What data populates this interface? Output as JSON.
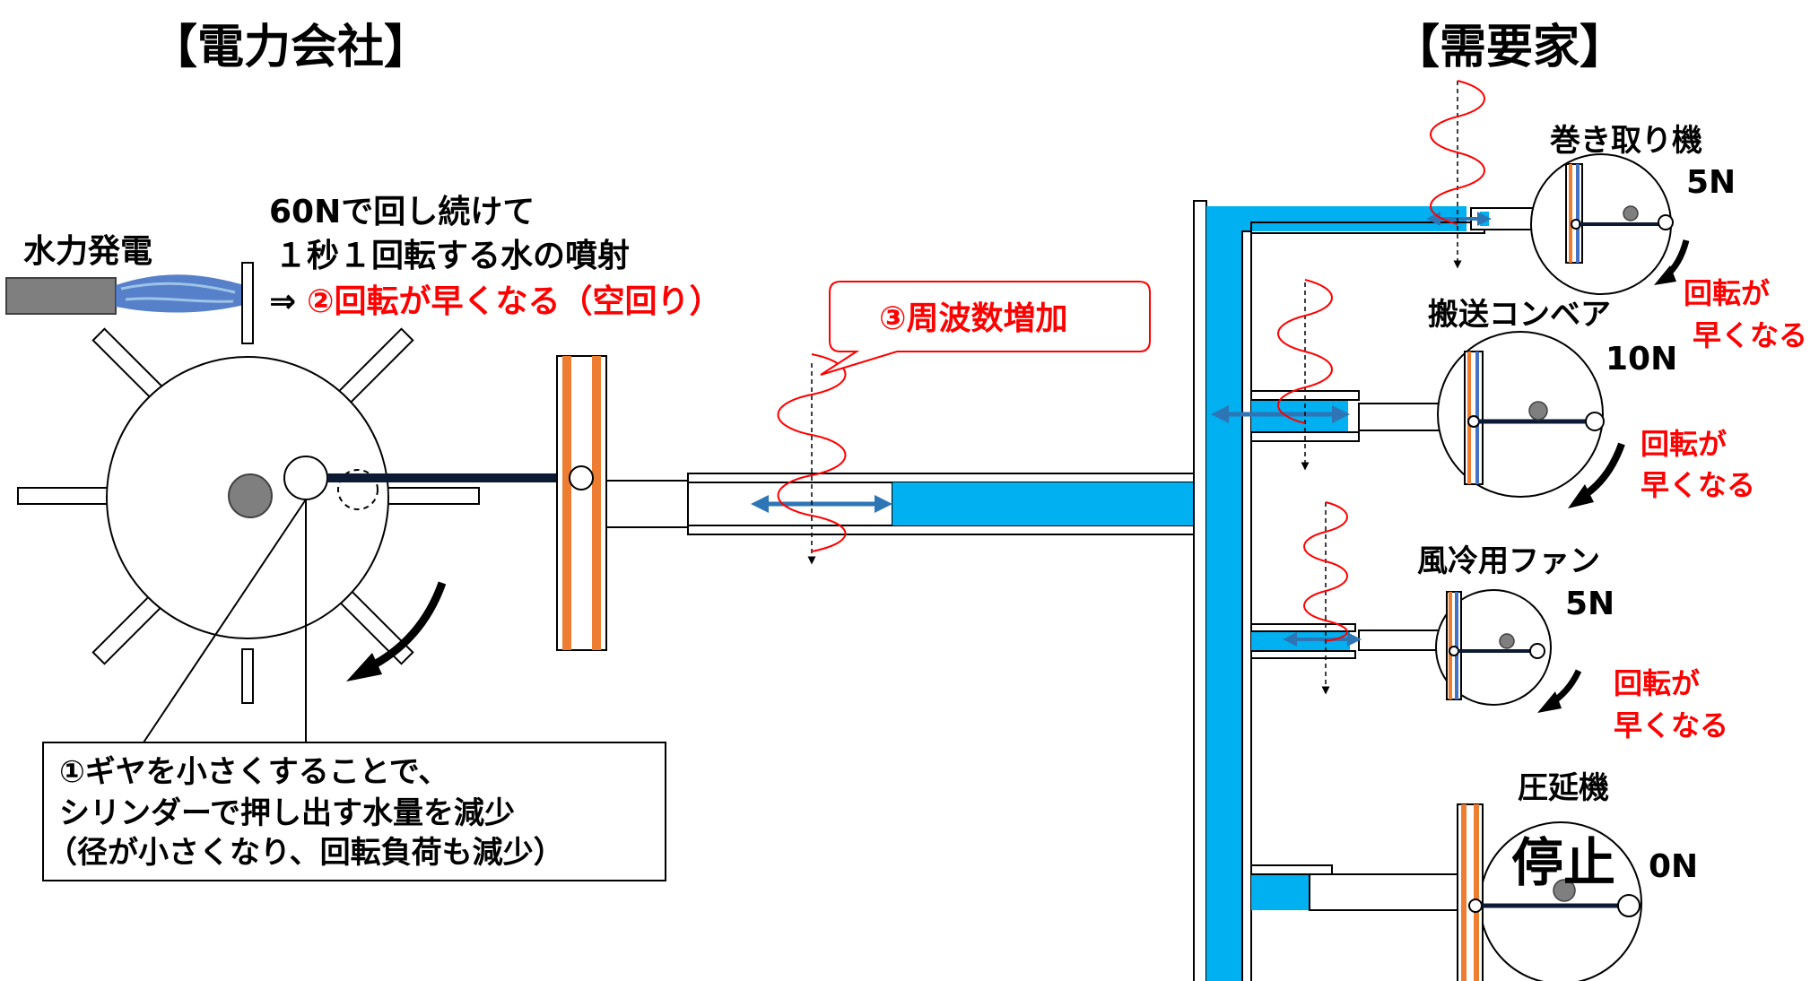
{
  "headers": {
    "utility": "【電力会社】",
    "consumer": "【需要家】"
  },
  "generator": {
    "label": "水力発電",
    "desc_line1": "60Nで回し続けて",
    "desc_line2": "１秒１回転する水の噴射",
    "desc_arrow": "⇒",
    "desc_red": "②回転が早くなる（空回り）"
  },
  "callouts": {
    "frequency": "③周波数増加",
    "gear_line1": "①ギヤを小さくすることで、",
    "gear_line2": "シリンダーで押し出す水量を減少",
    "gear_line3": "（径が小さくなり、回転負荷も減少）"
  },
  "loads": [
    {
      "name": "巻き取り機",
      "force": "5N",
      "note1": "回転が",
      "note2": "早くなる"
    },
    {
      "name": "搬送コンベア",
      "force": "10N",
      "note1": "回転が",
      "note2": "早くなる"
    },
    {
      "name": "風冷用ファン",
      "force": "5N",
      "note1": "回転が",
      "note2": "早くなる"
    },
    {
      "name": "圧延機",
      "force": "0N",
      "status": "停止"
    }
  ],
  "colors": {
    "water": "#00b0f0",
    "wave": "#ff0000",
    "arrow": "#2e75b6",
    "gear_rim": "#ed7d31",
    "gear_ring": "#4472c4",
    "rod": "#0d1a33",
    "nozzle": "#7f7f7f"
  }
}
